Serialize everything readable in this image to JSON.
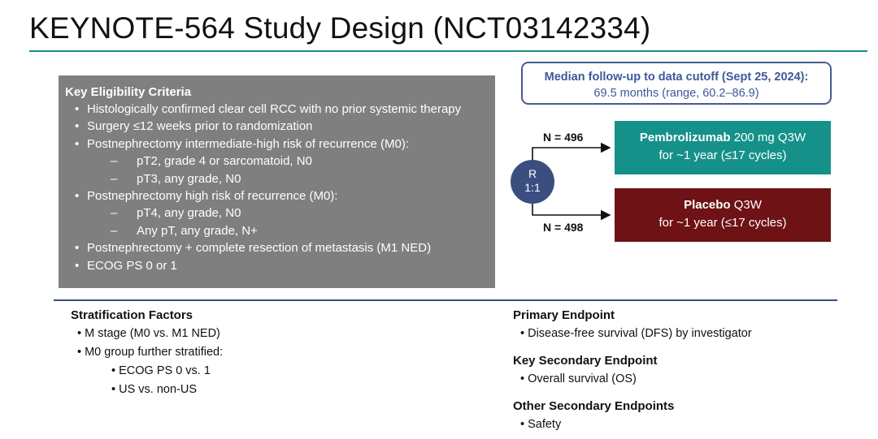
{
  "title": "KEYNOTE-564 Study Design (NCT03142334)",
  "eligibility": {
    "heading": "Key Eligibility Criteria",
    "items": [
      "Histologically confirmed clear cell RCC with no prior systemic therapy",
      "Surgery ≤12 weeks prior to randomization",
      "Postnephrectomy intermediate-high risk of recurrence (M0):",
      "pT2, grade 4 or sarcomatoid, N0",
      "pT3, any grade, N0",
      "Postnephrectomy high risk of recurrence (M0):",
      "pT4, any grade, N0",
      "Any pT, any grade, N+",
      "Postnephrectomy + complete resection of metastasis (M1 NED)",
      "ECOG PS 0 or 1"
    ]
  },
  "followup": {
    "heading": "Median follow-up to data cutoff (Sept 25, 2024):",
    "detail": "69.5 months (range, 60.2–86.9)"
  },
  "randomization": {
    "label": "R",
    "ratio": "1:1",
    "n_top": "N = 496",
    "n_bottom": "N = 498"
  },
  "arms": {
    "pembro": {
      "drug": "Pembrolizumab",
      "dose": " 200 mg Q3W",
      "duration": "for ~1 year (≤17 cycles)"
    },
    "placebo": {
      "drug": "Placebo",
      "dose": " Q3W",
      "duration": "for ~1 year (≤17 cycles)"
    }
  },
  "stratification": {
    "heading": "Stratification Factors",
    "items": [
      "• M stage (M0 vs. M1 NED)",
      "• M0 group further stratified:",
      "• ECOG PS 0 vs. 1",
      "• US vs. non-US"
    ]
  },
  "endpoints": {
    "primary_heading": "Primary Endpoint",
    "primary": "• Disease-free survival (DFS) by investigator",
    "key_secondary_heading": "Key Secondary Endpoint",
    "key_secondary": "• Overall survival (OS)",
    "other_secondary_heading": "Other Secondary Endpoints",
    "other_secondary": "• Safety"
  },
  "colors": {
    "title_rule": "#1a8a82",
    "eligibility_bg": "#7f7f7f",
    "followup_border": "#4a5a8c",
    "followup_text": "#3e5899",
    "rand_circle": "#3a4f80",
    "pembro_bg": "#16918a",
    "placebo_bg": "#6e1215"
  }
}
